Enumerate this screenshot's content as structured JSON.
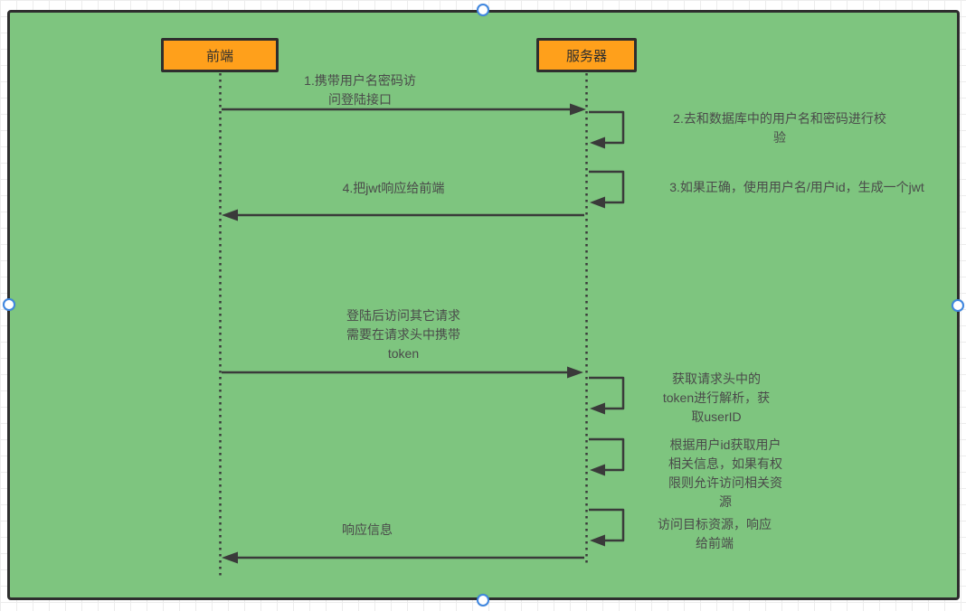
{
  "diagram": {
    "actors": [
      {
        "id": "frontend",
        "label": "前端"
      },
      {
        "id": "server",
        "label": "服务器"
      }
    ],
    "messages": [
      {
        "id": "m1",
        "from": "frontend",
        "to": "server",
        "kind": "arrow",
        "label": "1.携带用户名密码访\n问登陆接口"
      },
      {
        "id": "m2",
        "from": "server",
        "to": "server",
        "kind": "self-loop",
        "label": "2.去和数据库中的用户名和密码进行校\n验"
      },
      {
        "id": "m3",
        "from": "server",
        "to": "server",
        "kind": "self-loop",
        "label": "3.如果正确，使用用户名/用户id，生成一个jwt"
      },
      {
        "id": "m4",
        "from": "server",
        "to": "frontend",
        "kind": "arrow",
        "label": "4.把jwt响应给前端"
      },
      {
        "id": "m5",
        "from": "frontend",
        "to": "server",
        "kind": "arrow",
        "label": "登陆后访问其它请求\n需要在请求头中携带\ntoken"
      },
      {
        "id": "m6",
        "from": "server",
        "to": "server",
        "kind": "self-loop",
        "label": "获取请求头中的\ntoken进行解析，获\n取userID"
      },
      {
        "id": "m7",
        "from": "server",
        "to": "server",
        "kind": "self-loop",
        "label": "根据用户id获取用户\n相关信息，如果有权\n限则允许访问相关资\n源"
      },
      {
        "id": "m8",
        "from": "server",
        "to": "server",
        "kind": "self-loop",
        "label": "访问目标资源，响应\n给前端"
      },
      {
        "id": "m9",
        "from": "server",
        "to": "frontend",
        "kind": "arrow",
        "label": "响应信息"
      }
    ],
    "colors": {
      "surface": "#7EC57F",
      "surface_border": "#2E2E2E",
      "actor_fill": "#FFA01B",
      "actor_border": "#2E2E2E",
      "line": "#3A3A3A",
      "text": "#4A4A4A",
      "handle_ring": "#3F87E0",
      "grid": "#ECECEC"
    }
  }
}
